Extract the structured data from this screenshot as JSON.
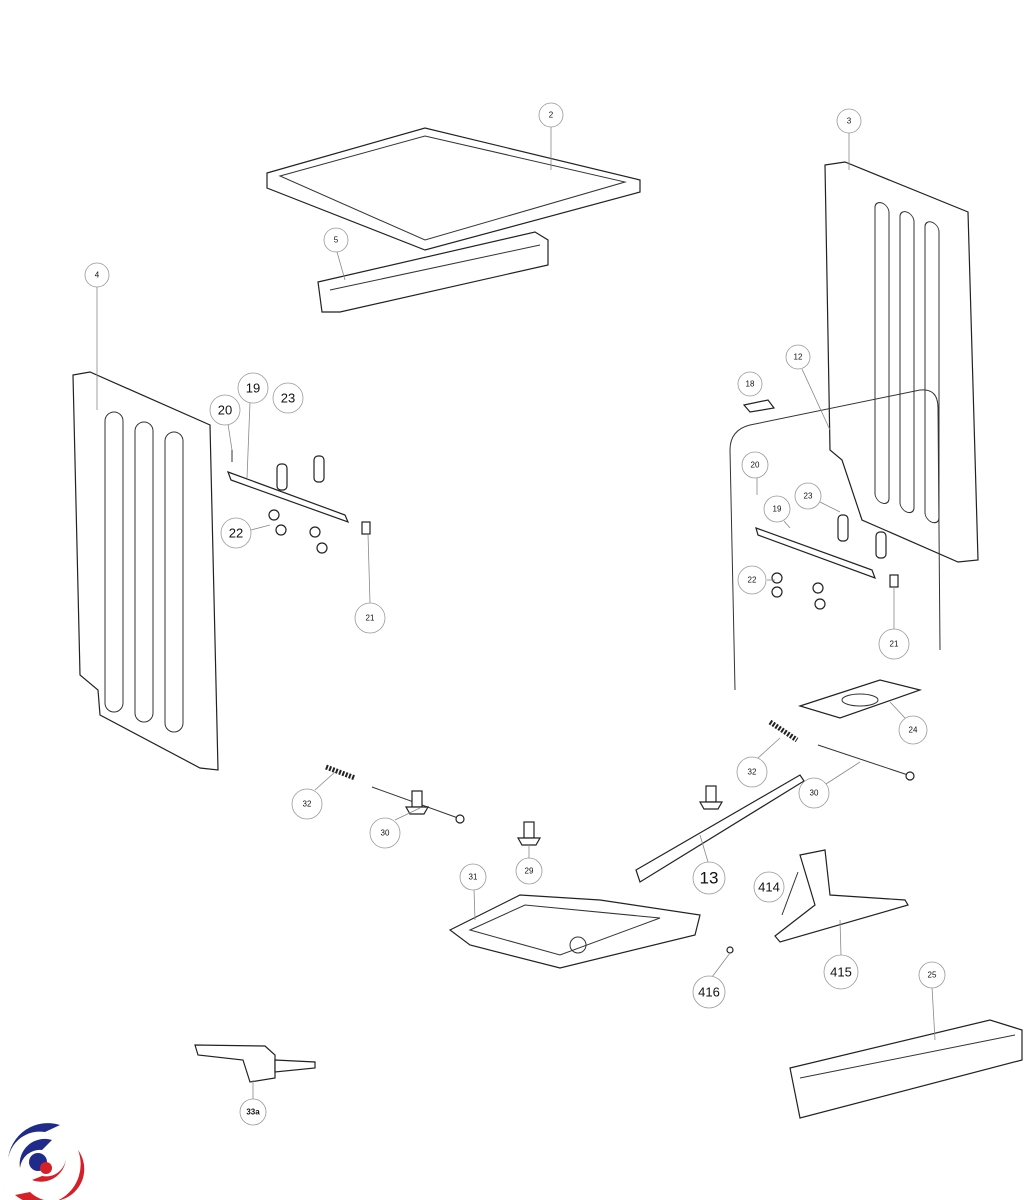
{
  "diagram": {
    "callouts": {
      "c2": "2",
      "c3": "3",
      "c4": "4",
      "c5": "5",
      "c12": "12",
      "c18": "18",
      "c19_left": "19",
      "c23_left": "23",
      "c20_left": "20",
      "c22_left": "22",
      "c21_left": "21",
      "c20_right": "20",
      "c23_right": "23",
      "c19_right": "19",
      "c22_right": "22",
      "c21_right": "21",
      "c24": "24",
      "c32_right": "32",
      "c30_right": "30",
      "c32_left": "32",
      "c30_left": "30",
      "c13": "13",
      "c31": "31",
      "c29": "29",
      "c414": "414",
      "c415": "415",
      "c416": "416",
      "c25": "25",
      "c33a": "33a"
    },
    "colors": {
      "logo_blue": "#1f2a8a",
      "logo_red": "#d62027"
    }
  }
}
